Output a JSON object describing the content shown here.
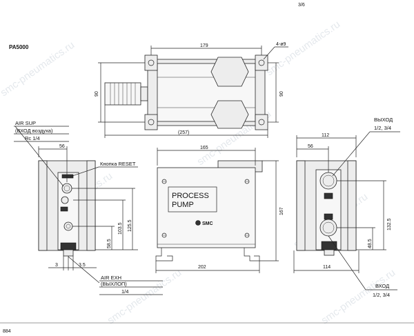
{
  "page": {
    "corner_number": "3/6",
    "model_title": "PA5000",
    "page_number": "884",
    "watermark": "smc-pneumatics.ru"
  },
  "top_view": {
    "width_dim": "179",
    "hole_note": "4-ø9",
    "height_left": "90",
    "height_right": "90",
    "overall_dim": "(257)"
  },
  "left_view": {
    "air_sup": "AIR SUP",
    "air_sup_ru": "(ВХОД воздуха)",
    "air_sup_port": "Rc 1/4",
    "dim_56": "56",
    "reset_label": "Кнопка RESET",
    "dim_125_5": "125.5",
    "dim_103_5": "103.5",
    "dim_58_5": "58.5",
    "dim_3": "3",
    "dim_3_5": "3.5",
    "air_exh": "AIR EXH",
    "air_exh_ru": "(ВЫХЛОП)",
    "air_exh_port": "1/4"
  },
  "front_view": {
    "dim_165": "165",
    "dim_167": "167",
    "dim_202": "202",
    "plate_line1": "PROCESS",
    "plate_line2": "PUMP",
    "logo": "SMC"
  },
  "right_view": {
    "outlet": "ВЫХОД",
    "outlet_port": "1/2, 3/4",
    "dim_112": "112",
    "dim_56": "56",
    "dim_132_5": "132.5",
    "dim_48_5": "48.5",
    "dim_114": "114",
    "inlet": "ВХОД",
    "inlet_port": "1/2, 3/4"
  }
}
